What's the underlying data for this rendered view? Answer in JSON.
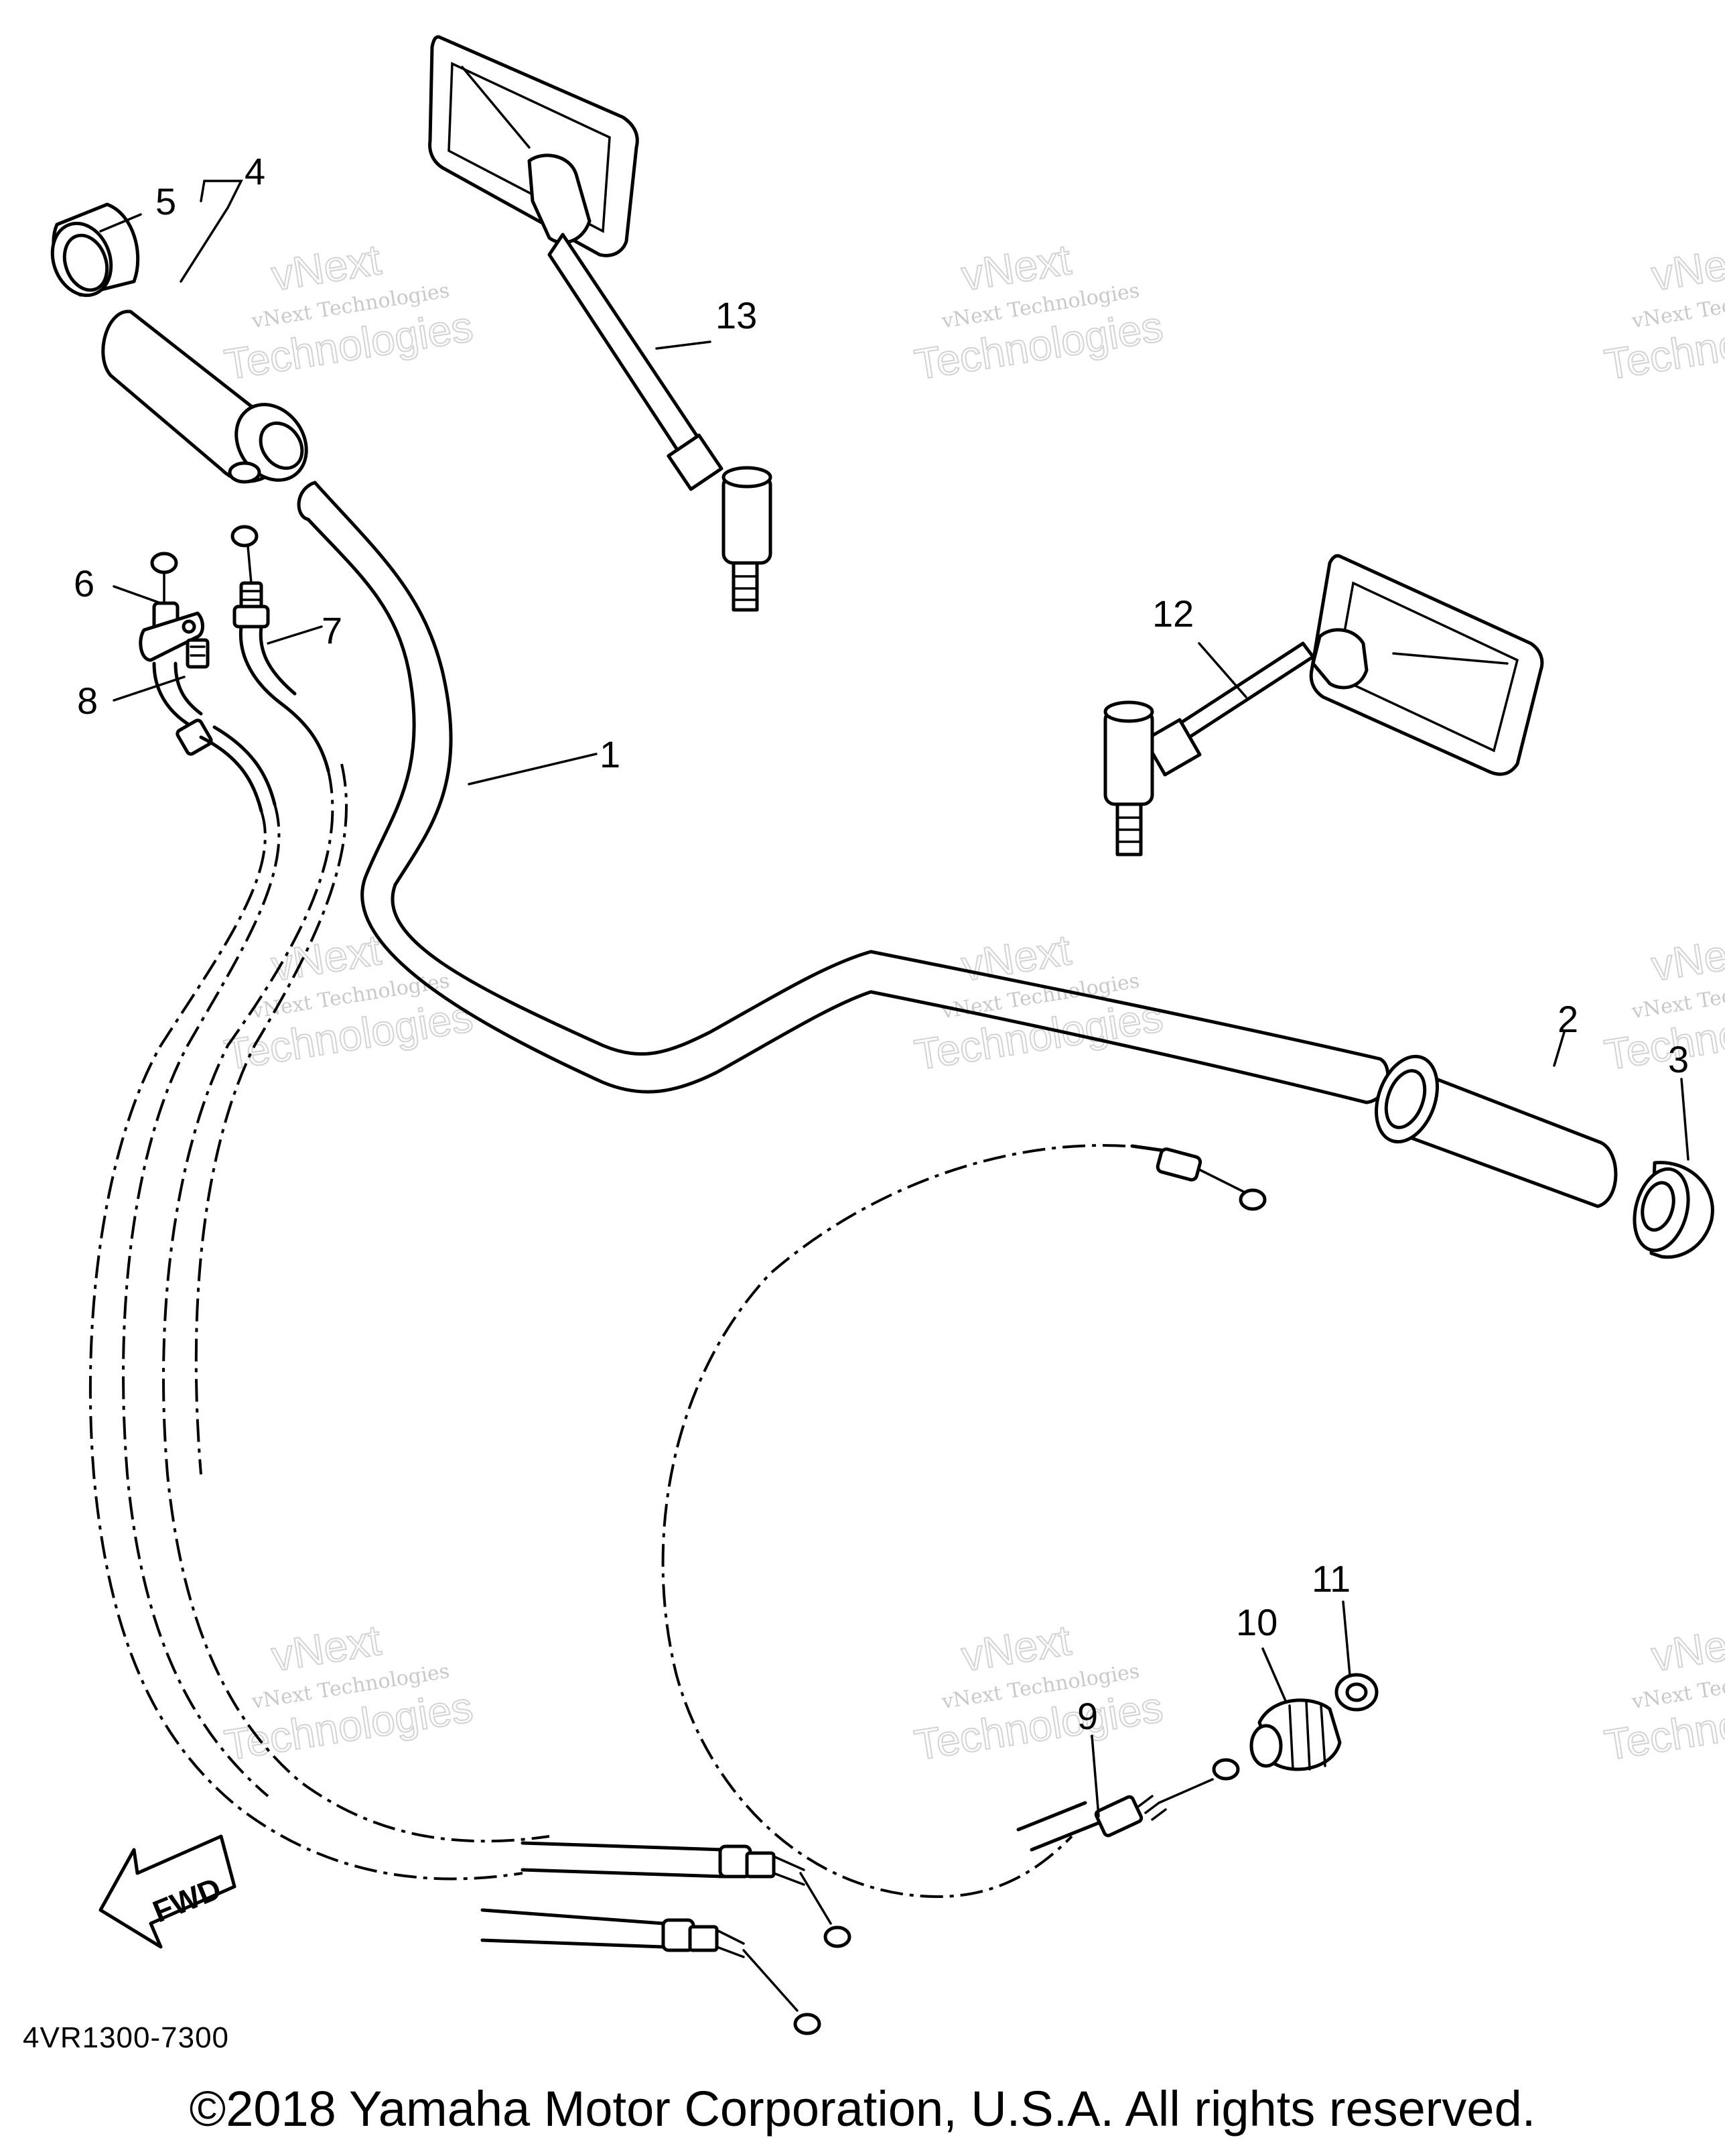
{
  "diagram": {
    "code": "4VR1300-7300",
    "copyright": "©2018 Yamaha Motor Corporation, U.S.A. All rights reserved.",
    "direction_label": "FWD",
    "watermark": {
      "line1": "vNext Technologies",
      "line2": "vNext",
      "line3": "Technologies"
    },
    "callouts": {
      "c1": "1",
      "c2": "2",
      "c3": "3",
      "c4": "4",
      "c5": "5",
      "c6": "6",
      "c7": "7",
      "c8": "8",
      "c9": "9",
      "c10": "10",
      "c11": "11",
      "c12": "12",
      "c13": "13"
    }
  }
}
